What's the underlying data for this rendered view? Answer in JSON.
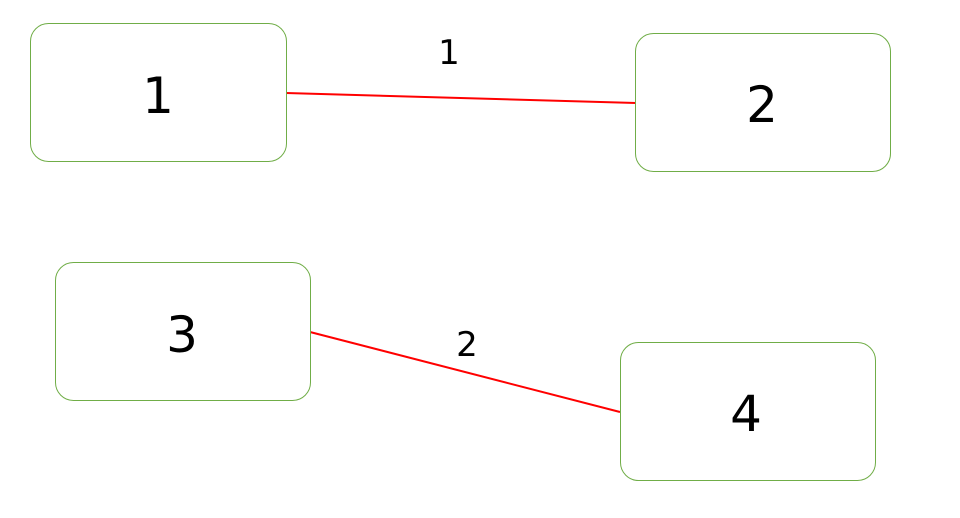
{
  "colors": {
    "node_border": "#70ad47",
    "edge": "#ff0000",
    "text": "#000000",
    "background": "#ffffff"
  },
  "nodes": [
    {
      "label": "1"
    },
    {
      "label": "2"
    },
    {
      "label": "3"
    },
    {
      "label": "4"
    }
  ],
  "edges": [
    {
      "from": "1",
      "to": "2",
      "label": "1"
    },
    {
      "from": "3",
      "to": "4",
      "label": "2"
    }
  ]
}
